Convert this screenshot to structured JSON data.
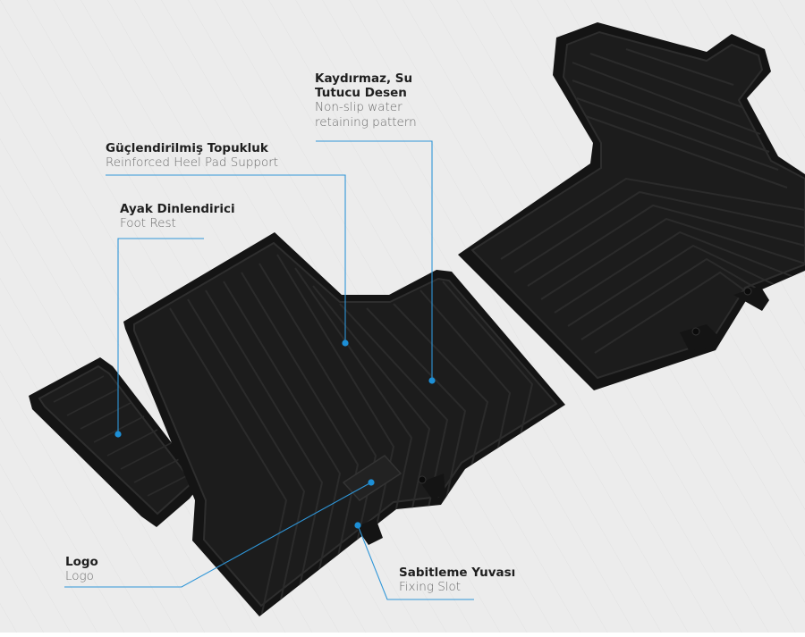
{
  "colors": {
    "background": "#ececec",
    "mat": "#181818",
    "accent": "#1d8fd6"
  },
  "callouts": {
    "non_slip": {
      "tr_line1": "Kaydırmaz, Su",
      "tr_line2": "Tutucu Desen",
      "en_line1": "Non-slip water",
      "en_line2": "retaining pattern"
    },
    "heel_pad": {
      "tr": "Güçlendirilmiş Topukluk",
      "en": "Reinforced Heel Pad Support"
    },
    "foot_rest": {
      "tr": "Ayak Dinlendirici",
      "en": "Foot Rest"
    },
    "logo": {
      "tr": "Logo",
      "en": "Logo"
    },
    "fixing_slot": {
      "tr": "Sabitleme Yuvası",
      "en": "Fixing Slot"
    }
  }
}
